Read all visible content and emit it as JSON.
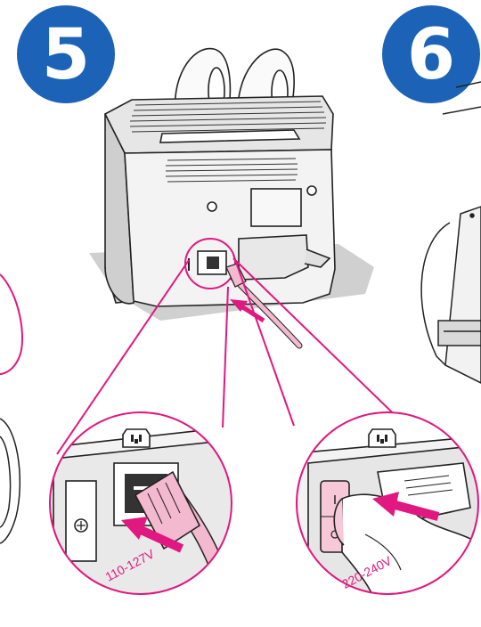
{
  "steps": [
    {
      "number": "5",
      "color": "#1c63b7"
    },
    {
      "number": "6",
      "color": "#1c63b7"
    }
  ],
  "insets": [
    {
      "voltage_label": "110-127V"
    },
    {
      "voltage_label": "220-240V"
    }
  ],
  "colors": {
    "accent_pink": "#e0187f",
    "cord_pink": "#f3b9cf",
    "line_gray": "#222222",
    "panel_gray": "#d8d8d8"
  },
  "icons": [
    "power-socket-icon",
    "ground-symbol-icon",
    "arrow-icon"
  ]
}
